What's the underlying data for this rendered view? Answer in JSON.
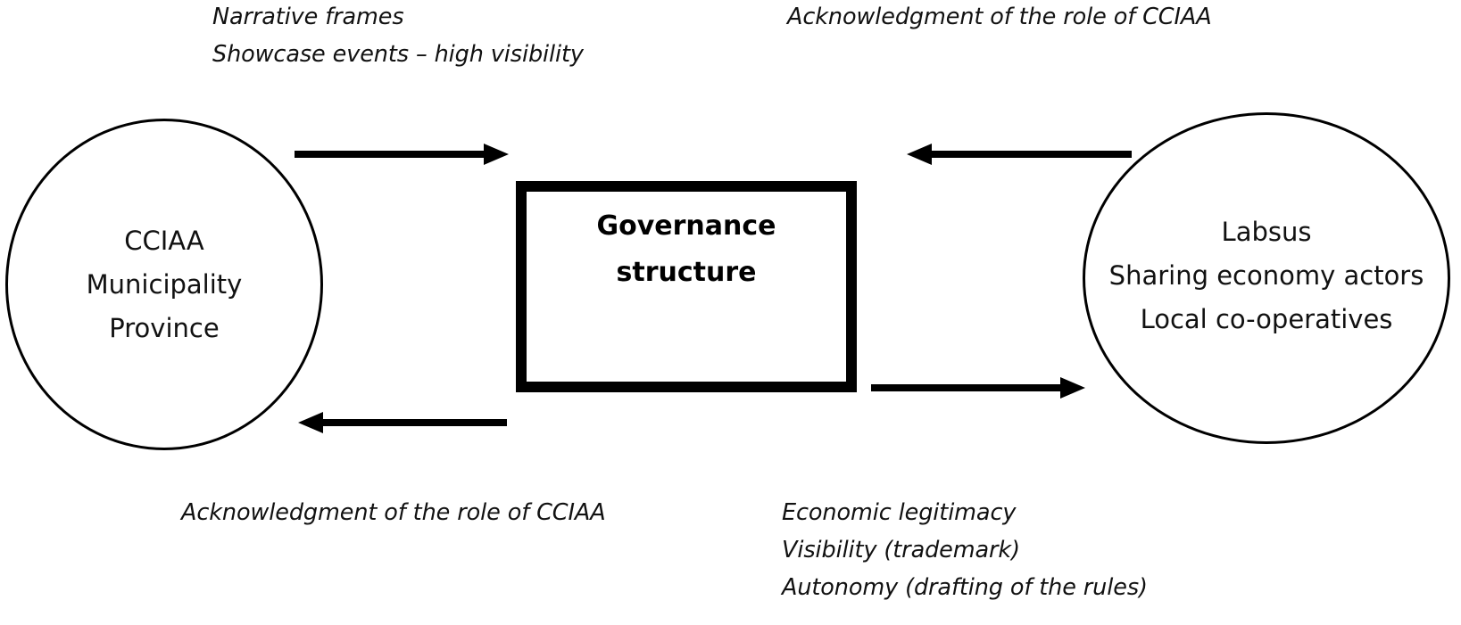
{
  "diagram": {
    "title": "Governance structure relationship diagram",
    "background_color": "#ffffff",
    "stroke_color": "#000000",
    "text_color": "#111111"
  },
  "nodes": {
    "left_circle": {
      "lines": [
        "CCIAA",
        "Municipality",
        "Province"
      ],
      "line1": "CCIAA",
      "line2": "Municipality",
      "line3": "Province"
    },
    "center_box": {
      "line1": "Governance",
      "line2": "structure"
    },
    "right_circle": {
      "lines": [
        "Labsus",
        "Sharing economy actors",
        "Local co-operatives"
      ],
      "line1": "Labsus",
      "line2": "Sharing economy actors",
      "line3": "Local co-operatives"
    }
  },
  "labels": {
    "top_left": {
      "line1": "Narrative frames",
      "line2": "Showcase events – high visibility"
    },
    "top_right": {
      "line1": "Acknowledgment of the role of CCIAA"
    },
    "bottom_left": {
      "line1": "Acknowledgment of the role of CCIAA"
    },
    "bottom_right": {
      "line1": "Economic legitimacy",
      "line2": "Visibility (trademark)",
      "line3": "Autonomy (drafting of the rules)"
    }
  },
  "arrows": [
    {
      "name": "left-to-center",
      "direction": "right"
    },
    {
      "name": "right-to-center",
      "direction": "left"
    },
    {
      "name": "center-to-left",
      "direction": "left"
    },
    {
      "name": "center-to-right",
      "direction": "right"
    }
  ]
}
